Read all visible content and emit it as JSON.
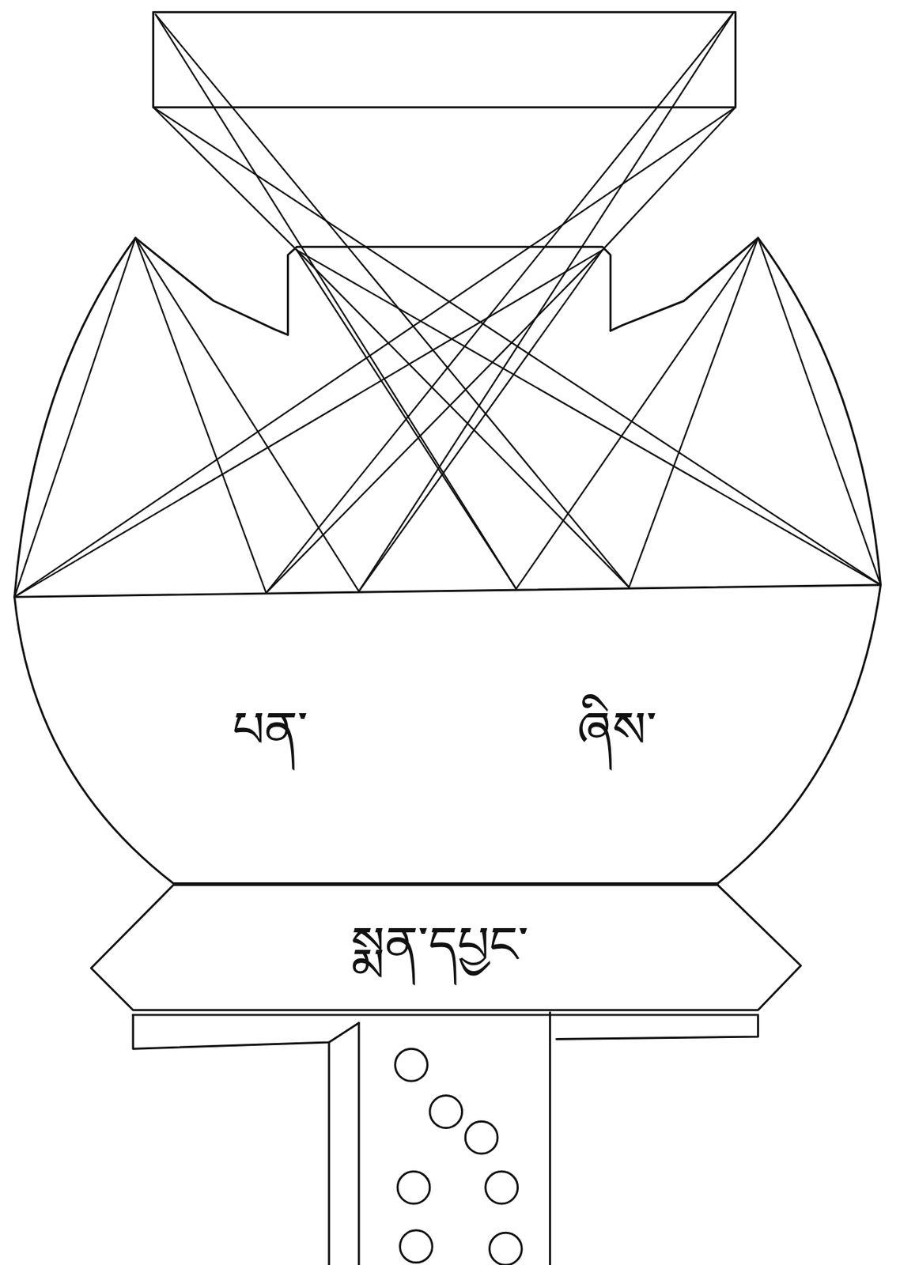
{
  "diagram": {
    "nodes": [
      {
        "text": [
          "པན་",
          "ཞིས་"
        ]
      },
      {
        "text": [
          "སྨན་དཔྱང་"
        ]
      }
    ]
  }
}
